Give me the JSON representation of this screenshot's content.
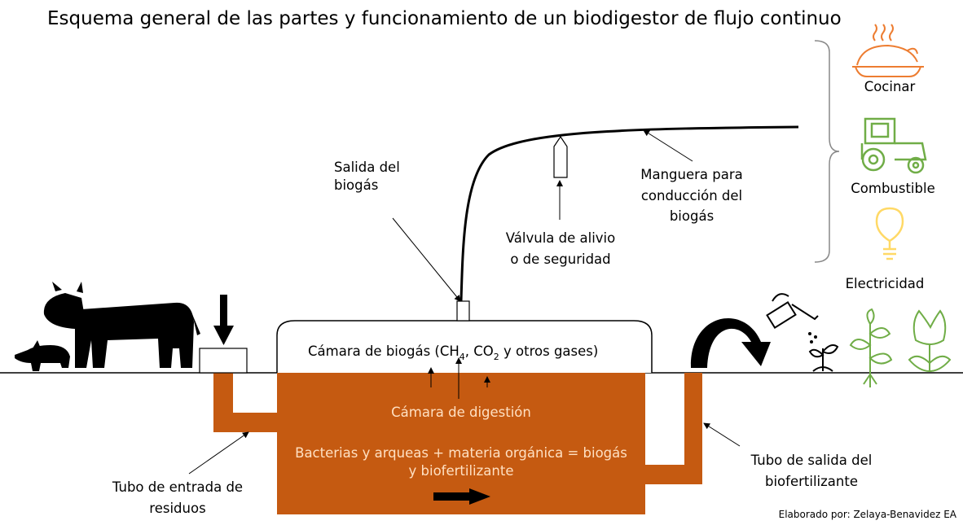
{
  "title": "Esquema general de las partes y funcionamiento de un biodigestor de flujo continuo",
  "labels": {
    "gas_outlet_l1": "Salida del",
    "gas_outlet_l2": "biogás",
    "hose_l1": "Manguera para",
    "hose_l2": "conducción del",
    "hose_l3": "biogás",
    "valve_l1": "Válvula de alivio",
    "valve_l2": "o de seguridad",
    "gas_chamber_a": "Cámara de biogás (CH",
    "gas_chamber_sub1": "4",
    "gas_chamber_b": ", CO",
    "gas_chamber_sub2": "2",
    "gas_chamber_c": " y otros gases)",
    "digestion_chamber": "Cámara de digestión",
    "process_l1": "Bacterias y arqueas + materia orgánica = biogás",
    "process_l2": "y biofertilizante",
    "inlet_l1": "Tubo de entrada de",
    "inlet_l2": "residuos",
    "outlet_l1": "Tubo de salida del",
    "outlet_l2": "biofertilizante",
    "credit": "Elaborado por: Zelaya-Benavidez EA"
  },
  "uses": [
    {
      "label": "Cocinar",
      "icon": "cooking-pot-icon"
    },
    {
      "label": "Combustible",
      "icon": "tractor-icon"
    },
    {
      "label": "Electricidad",
      "icon": "light-bulb-icon"
    }
  ],
  "colors": {
    "digester": "#c55a11",
    "text_on_digester": "#ffe0c2",
    "cooking_icon": "#ed7d31",
    "tractor_icon": "#70ad47",
    "bulb_icon": "#ffd966",
    "plants_icon": "#70ad47",
    "ink": "#000000"
  }
}
